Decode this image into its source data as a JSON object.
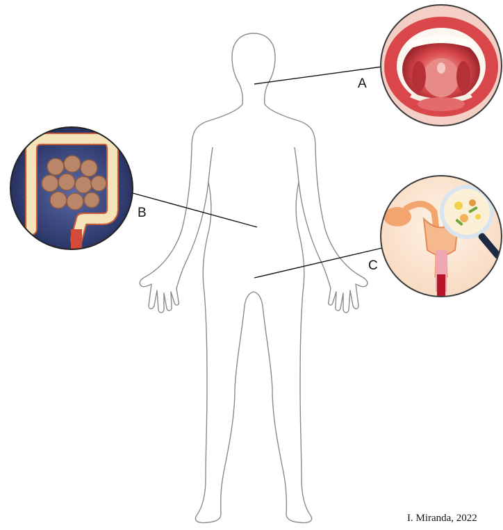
{
  "labels": {
    "a": "A",
    "b": "B",
    "c": "C"
  },
  "credit": "I. Miranda, 2022",
  "colors": {
    "outline": "#8a8a8a",
    "leader": "#111111",
    "mouth_lip": "#d9474a",
    "colon": "#c85a3a",
    "uterus": "#f2a56e"
  },
  "icons": {
    "a": "open-mouth-throat-icon",
    "b": "large-intestine-icon",
    "c": "female-reproductive-system-icon"
  }
}
